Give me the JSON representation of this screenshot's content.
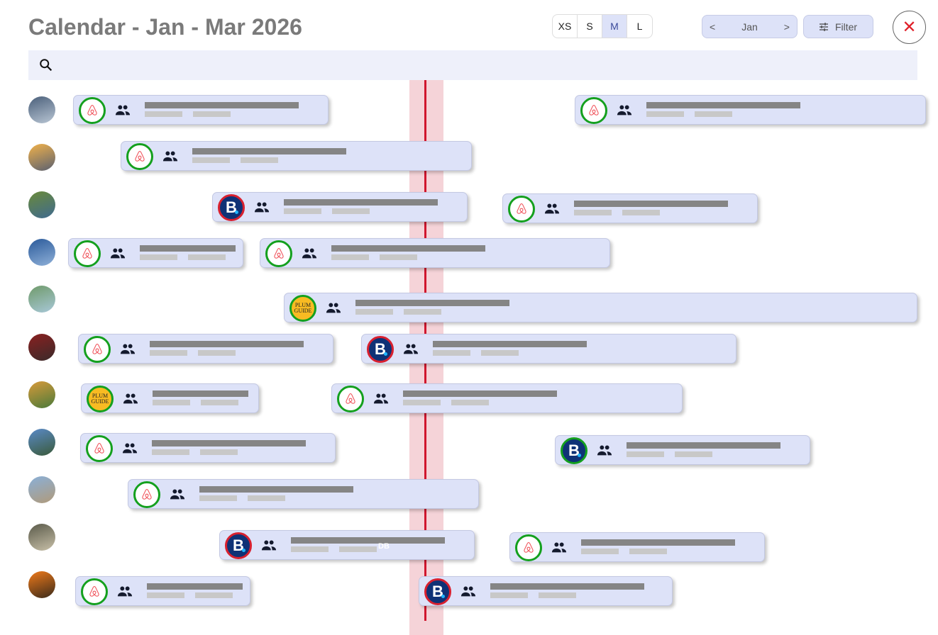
{
  "header": {
    "title": "Calendar - Jan - Mar 2026",
    "sizes": [
      "XS",
      "S",
      "M",
      "L"
    ],
    "selected_size": "M",
    "month_prev": "<",
    "month": "Jan",
    "month_next": ">",
    "filter_label": "Filter",
    "close_icon": "close-icon"
  },
  "search": {
    "icon": "search-icon"
  },
  "colors": {
    "accent": "#dde2f8",
    "today": "#d0162e",
    "ring_ok": "#14a01e",
    "ring_alert": "#d8202f"
  },
  "logos": {
    "plum": "PLUM GUIDE",
    "booking": "B."
  },
  "rows": [
    {
      "avatar": [
        "#4a5f7a",
        "#b9c6d4"
      ],
      "bookings": [
        {
          "platform": "airbnb",
          "ring": "green"
        },
        {
          "platform": "airbnb",
          "ring": "green"
        }
      ]
    },
    {
      "avatar": [
        "#f2b24a",
        "#5a6070"
      ],
      "bookings": [
        {
          "platform": "airbnb",
          "ring": "green"
        }
      ]
    },
    {
      "avatar": [
        "#6a8a3a",
        "#3f6a8f"
      ],
      "bookings": [
        {
          "platform": "booking",
          "ring": "red"
        },
        {
          "platform": "airbnb",
          "ring": "green"
        }
      ]
    },
    {
      "avatar": [
        "#2a5a9a",
        "#8fb0d8"
      ],
      "bookings": [
        {
          "platform": "airbnb",
          "ring": "green"
        },
        {
          "platform": "airbnb",
          "ring": "green"
        }
      ]
    },
    {
      "avatar": [
        "#6f9a6a",
        "#a8c8d8"
      ],
      "bookings": [
        {
          "platform": "plum",
          "ring": "green"
        }
      ]
    },
    {
      "avatar": [
        "#8a2020",
        "#3a2a2a"
      ],
      "bookings": [
        {
          "platform": "airbnb",
          "ring": "green"
        },
        {
          "platform": "booking",
          "ring": "red"
        }
      ]
    },
    {
      "avatar": [
        "#d89a3a",
        "#4a7a3a"
      ],
      "bookings": [
        {
          "platform": "plum",
          "ring": "green"
        },
        {
          "platform": "airbnb",
          "ring": "green"
        }
      ]
    },
    {
      "avatar": [
        "#5a8ac8",
        "#3a5a3a"
      ],
      "bookings": [
        {
          "platform": "airbnb",
          "ring": "green"
        },
        {
          "platform": "booking",
          "ring": "green"
        }
      ]
    },
    {
      "avatar": [
        "#8ab0d8",
        "#b09a7a"
      ],
      "bookings": [
        {
          "platform": "airbnb",
          "ring": "green"
        }
      ]
    },
    {
      "avatar": [
        "#5a5a4a",
        "#c8c0a8"
      ],
      "bookings": [
        {
          "platform": "booking",
          "ring": "red"
        },
        {
          "platform": "airbnb",
          "ring": "green"
        }
      ]
    },
    {
      "avatar": [
        "#f07a1a",
        "#3a2a1a"
      ],
      "bookings": [
        {
          "platform": "airbnb",
          "ring": "green"
        },
        {
          "platform": "booking",
          "ring": "red"
        }
      ]
    }
  ],
  "marker_label": "DB"
}
